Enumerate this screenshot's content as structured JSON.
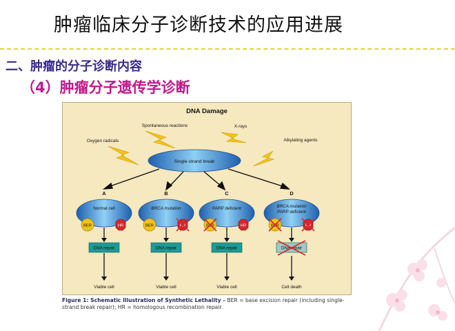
{
  "slide": {
    "title": "肿瘤临床分子诊断技术的应用进展",
    "section_heading": "二、肿瘤的分子诊断内容",
    "sub_heading": "（4）肿瘤分子遗传学诊断"
  },
  "figure": {
    "title": "DNA Damage",
    "sources": [
      "Spontaneous reactions",
      "X-rays",
      "Oxygen radicals",
      "Alkylating agents"
    ],
    "central_event": "Single-strand break",
    "panels": [
      {
        "letter": "A",
        "cell_label": "Normal cell",
        "repair_label": "DNA repair",
        "outcome": "Viable cell"
      },
      {
        "letter": "B",
        "cell_label": "BRCA mutation",
        "repair_label": "DNA repair",
        "outcome": "Viable cell"
      },
      {
        "letter": "C",
        "cell_label": "PARP deficient",
        "repair_label": "DNA repair",
        "outcome": "Viable cell"
      },
      {
        "letter": "D",
        "cell_label_line1": "BRCA mutation",
        "cell_label_line2": "PARP deficient",
        "repair_label": "DNA repair",
        "outcome": "Cell death"
      }
    ],
    "ber_label": "BER",
    "hr_label": "HR"
  },
  "caption": {
    "lead": "Figure 1: Schematic Illustration of Synthetic Lethality –",
    "body": " BER = base excision repair (including single-strand break repair); HR = homologous recombination repair."
  },
  "colors": {
    "title_text": "#111111",
    "section_heading": "#3b2a8a",
    "sub_heading": "#c0188a",
    "figure_bg": "#f6e8bf",
    "ellipse_blue": "#3f8fd6",
    "ber_yellow": "#f2c21c",
    "hr_red": "#d8262b",
    "repair_box": "#1e9a95",
    "lightning": "#f3c316",
    "cross_red": "#d8262b"
  }
}
